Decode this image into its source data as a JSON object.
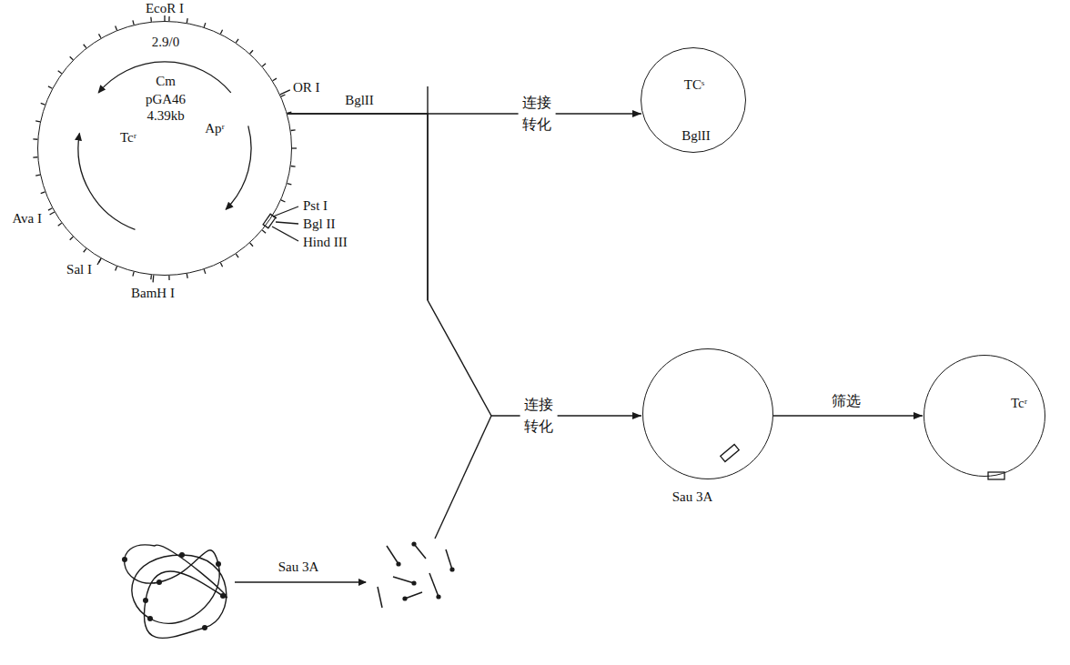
{
  "diagram": {
    "nodes": [
      {
        "text": [
          "2.9/0",
          "Cm",
          "pGA46",
          "4.39kb",
          "Apʳ",
          "Tcʳ"
        ]
      },
      {
        "text": [
          "TCˢ",
          "BglII"
        ]
      },
      {
        "text": [
          "Sau 3A"
        ]
      },
      {
        "text": [
          "Tcʳ"
        ]
      }
    ],
    "edges": [
      {
        "from": 0,
        "to": 1,
        "label": "连接 转化",
        "arrow": "to"
      },
      {
        "from": 0,
        "to": 2,
        "label": "连接 转化",
        "arrow": "to"
      },
      {
        "from": 2,
        "to": 3,
        "label": "筛选",
        "arrow": "to"
      }
    ],
    "labels": [
      "EcoR I",
      "OR I",
      "Ava I",
      "Sal I",
      "BamH I",
      "Pst I",
      "Bgl II",
      "Hind III",
      "BglII",
      "Sau 3A"
    ]
  }
}
